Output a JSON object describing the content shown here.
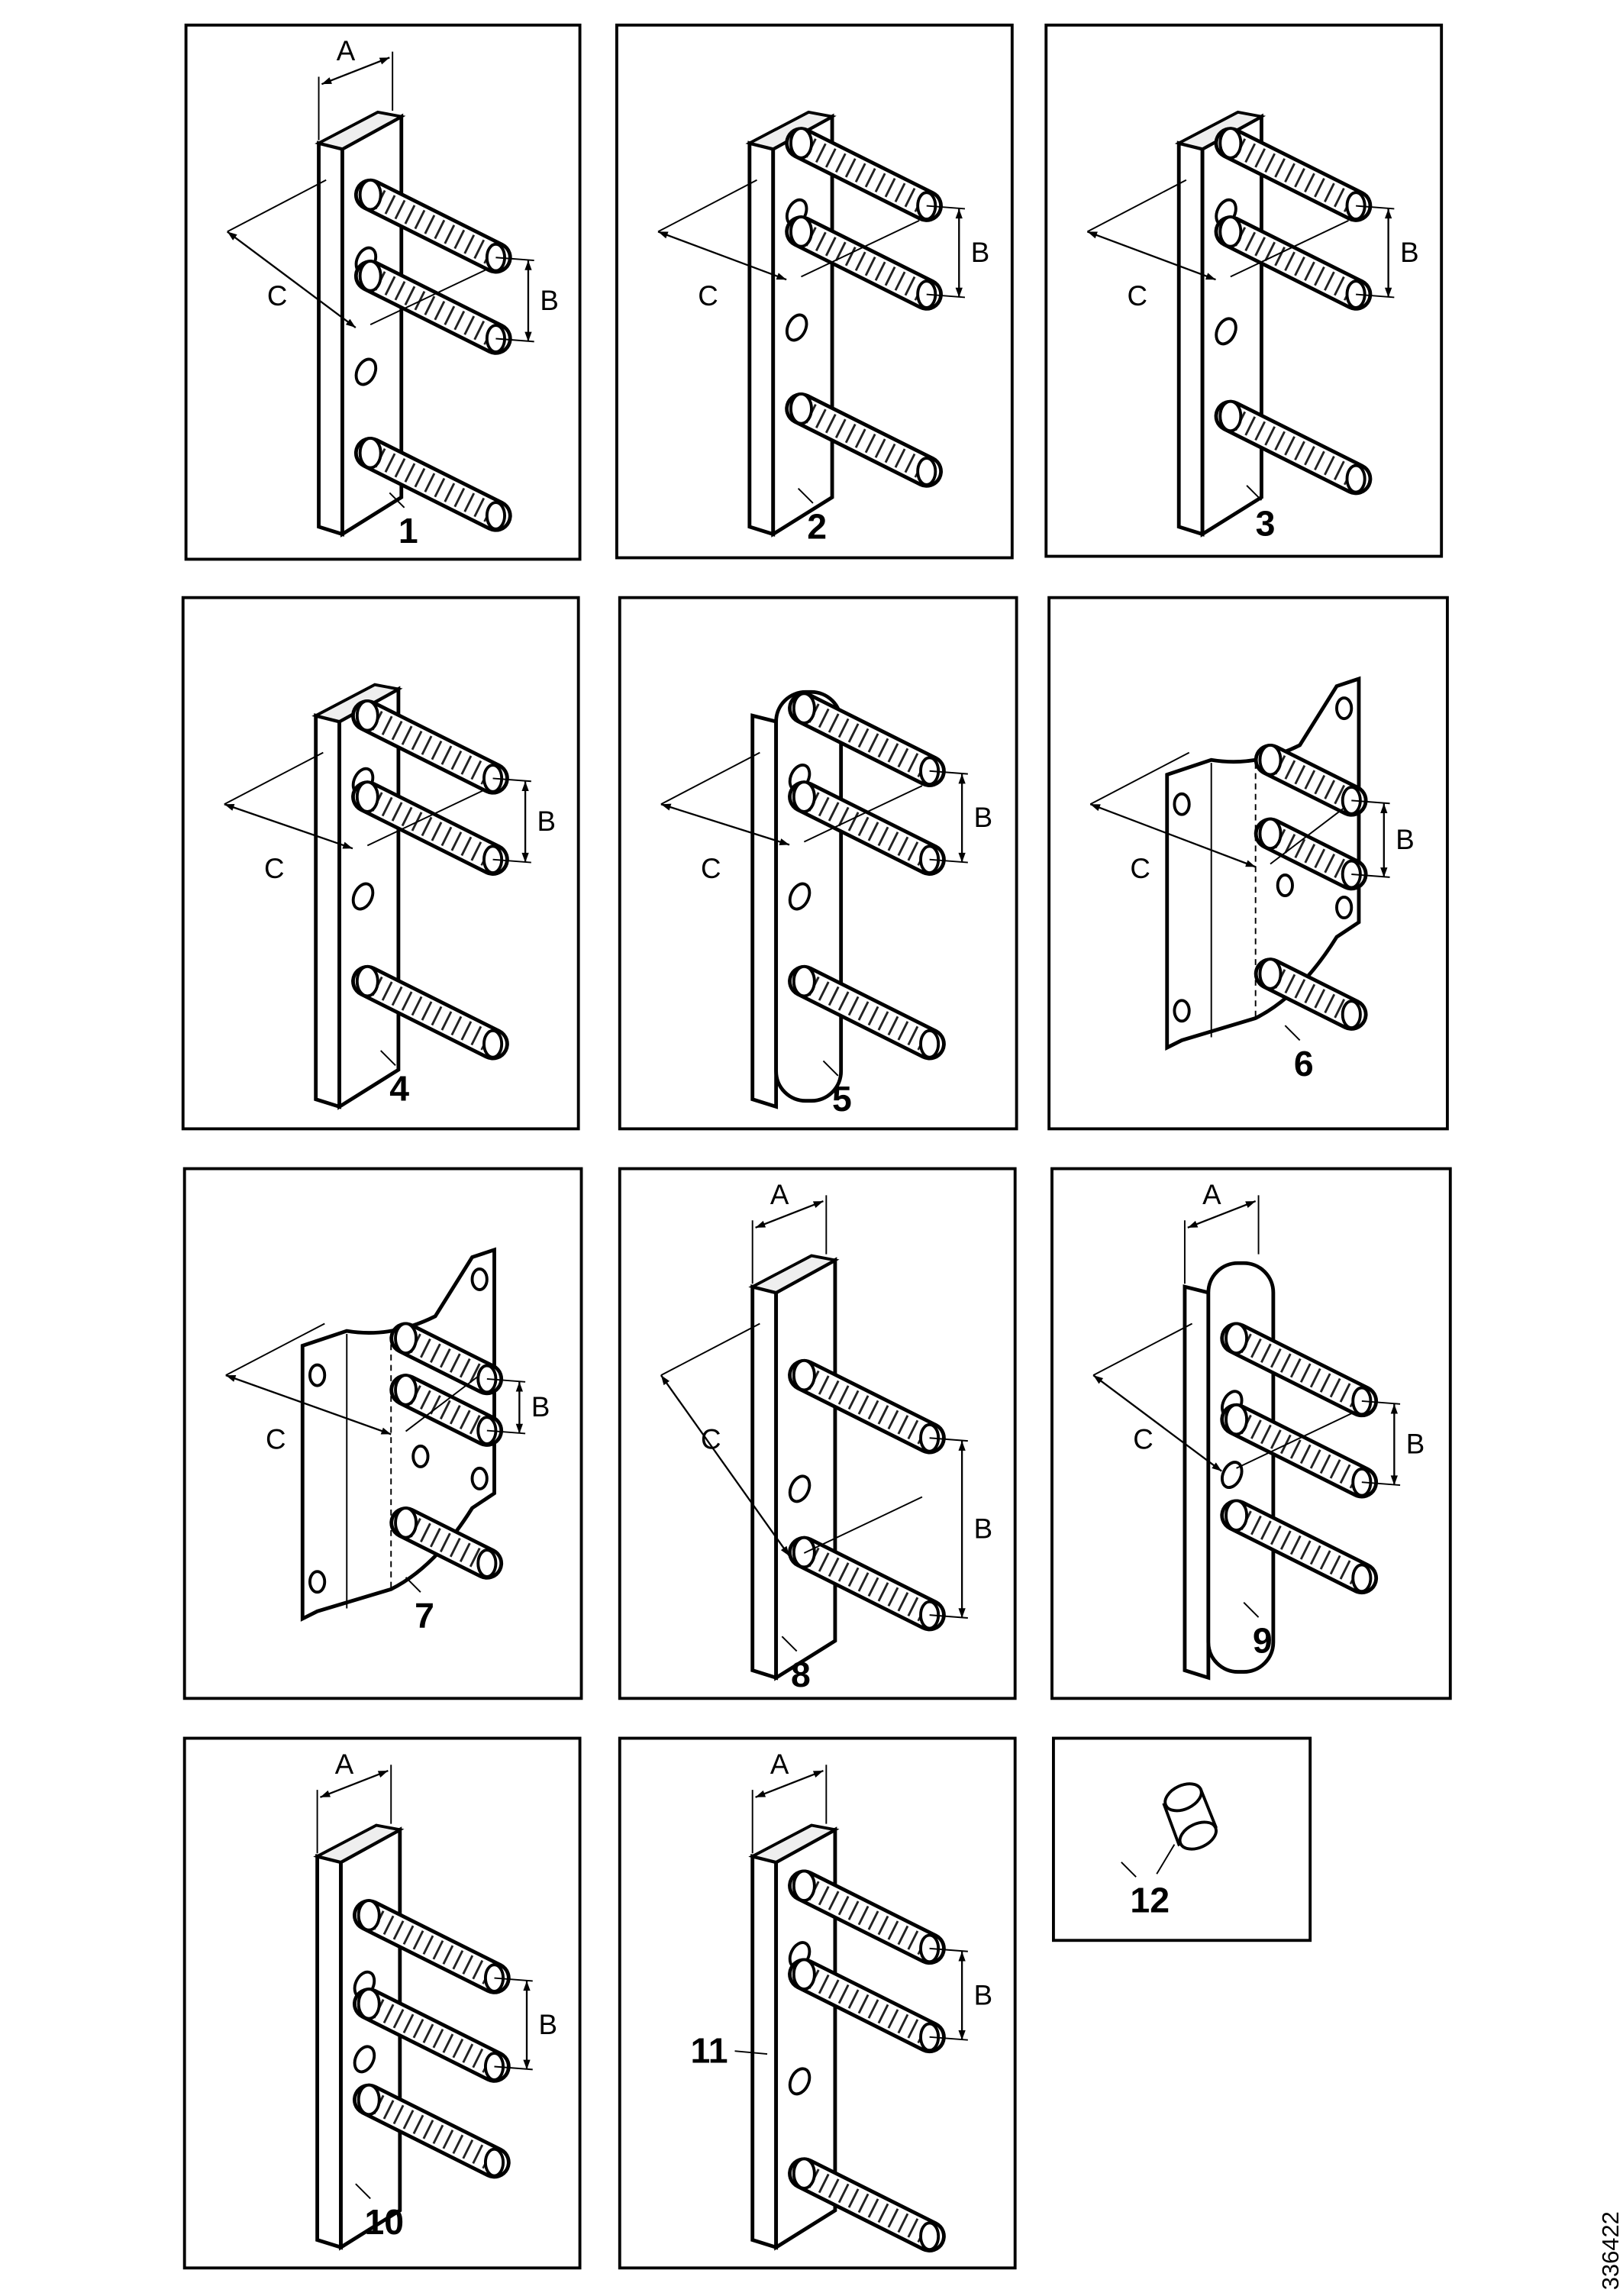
{
  "figure_id": "336422",
  "panels": [
    {
      "number": "1",
      "plate": "flat",
      "labels": [
        "A",
        "B",
        "C"
      ]
    },
    {
      "number": "2",
      "plate": "flat",
      "labels": [
        "B",
        "C"
      ]
    },
    {
      "number": "3",
      "plate": "flat",
      "labels": [
        "B",
        "C"
      ]
    },
    {
      "number": "4",
      "plate": "flat",
      "labels": [
        "B",
        "C"
      ]
    },
    {
      "number": "5",
      "plate": "rounded",
      "labels": [
        "B",
        "C"
      ]
    },
    {
      "number": "6",
      "plate": "bent",
      "labels": [
        "B",
        "C"
      ]
    },
    {
      "number": "7",
      "plate": "bent",
      "labels": [
        "B",
        "C"
      ]
    },
    {
      "number": "8",
      "plate": "flat",
      "labels": [
        "A",
        "B",
        "C"
      ]
    },
    {
      "number": "9",
      "plate": "rounded",
      "labels": [
        "A",
        "B",
        "C"
      ]
    },
    {
      "number": "10",
      "plate": "flat",
      "labels": [
        "A",
        "B"
      ]
    },
    {
      "number": "11",
      "plate": "flat",
      "labels": [
        "A",
        "B"
      ]
    },
    {
      "number": "12",
      "plate": "sleeve",
      "labels": []
    }
  ]
}
